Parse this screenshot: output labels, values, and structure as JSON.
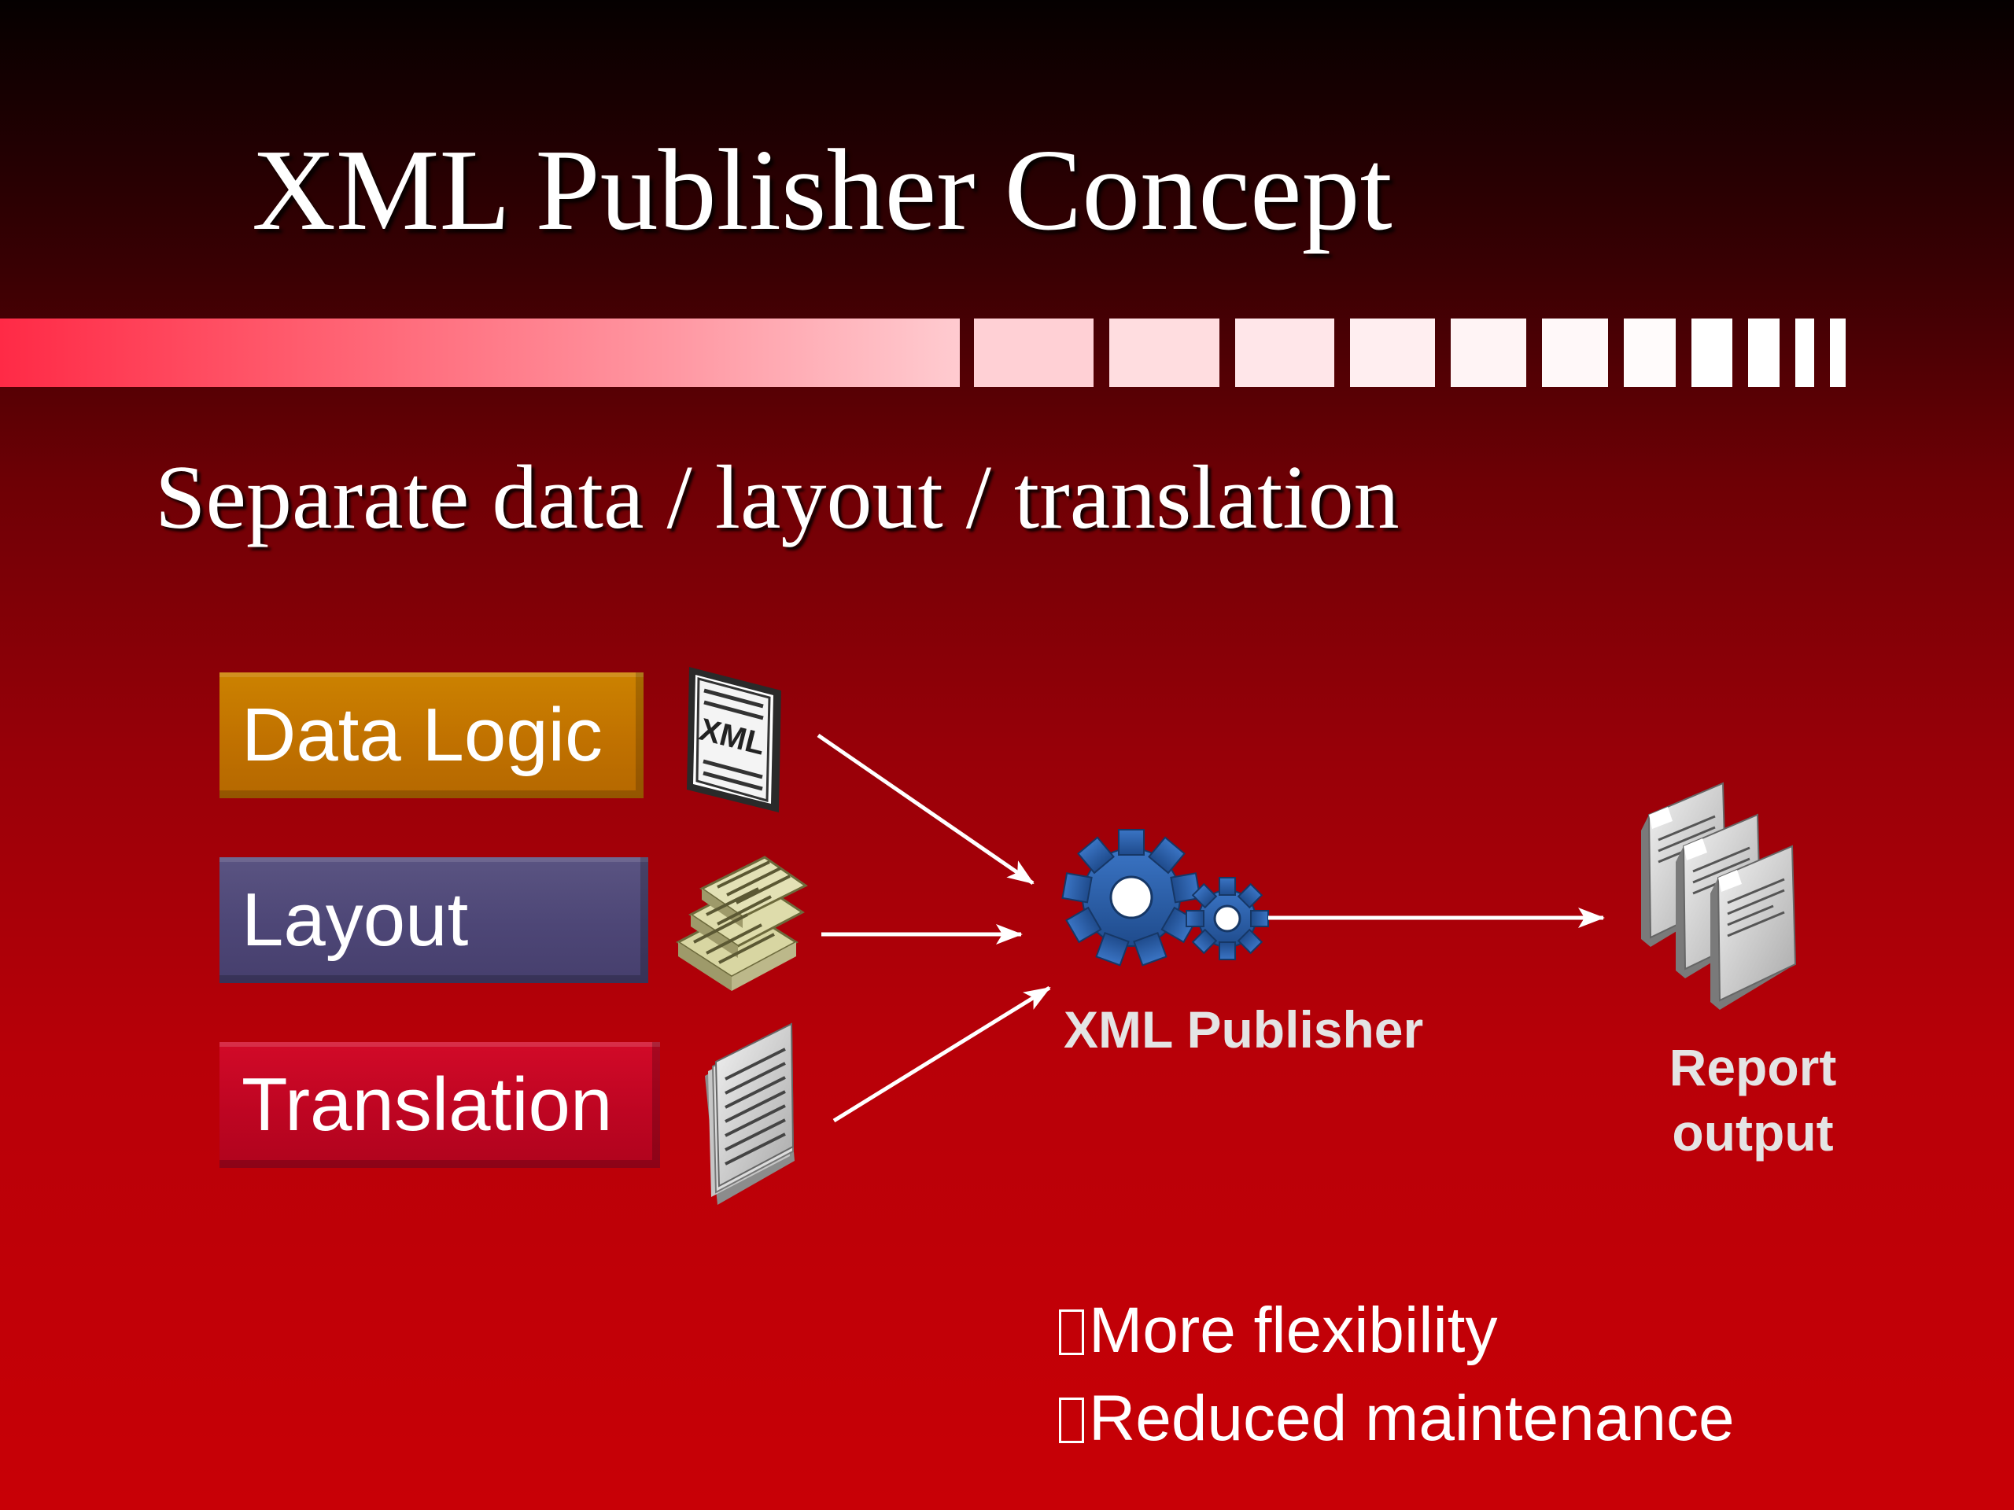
{
  "slide": {
    "title": "XML Publisher Concept",
    "subtitle": "Separate data / layout / translation"
  },
  "diagram": {
    "inputs": [
      {
        "label": "Data Logic",
        "icon": "xml-document-icon",
        "color": "#c07100"
      },
      {
        "label": "Layout",
        "icon": "stacked-templates-icon",
        "color": "#4d4676"
      },
      {
        "label": "Translation",
        "icon": "paper-stack-icon",
        "color": "#be0522"
      }
    ],
    "xml_badge": "XML",
    "engine": {
      "label": "XML Publisher",
      "icon": "gears-icon",
      "color": "#2f5fa8"
    },
    "output": {
      "label": "Report output",
      "icon": "report-documents-icon"
    }
  },
  "bullets": [
    {
      "glyph": "square-bullet-icon",
      "text": "More flexibility"
    },
    {
      "glyph": "square-bullet-icon",
      "text": "Reduced maintenance"
    }
  ]
}
